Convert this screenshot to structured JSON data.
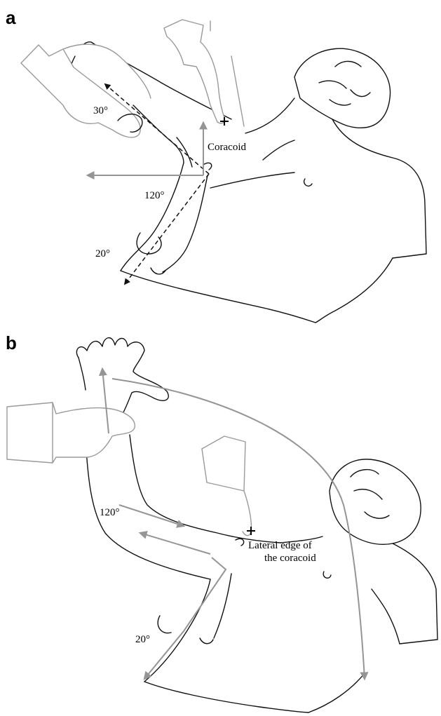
{
  "panels": {
    "a": {
      "letter": "a",
      "labels": {
        "angle_30": "30°",
        "coracoid": "Coracoid",
        "angle_120": "120°",
        "angle_20": "20°"
      }
    },
    "b": {
      "letter": "b",
      "labels": {
        "angle_120": "120°",
        "angle_20": "20°",
        "lateral_edge_line1": "Lateral edge of",
        "lateral_edge_line2": "the coracoid"
      }
    }
  },
  "colors": {
    "line": "#111111",
    "glove": "#9a9a9a",
    "arrow_grey": "#959595"
  }
}
